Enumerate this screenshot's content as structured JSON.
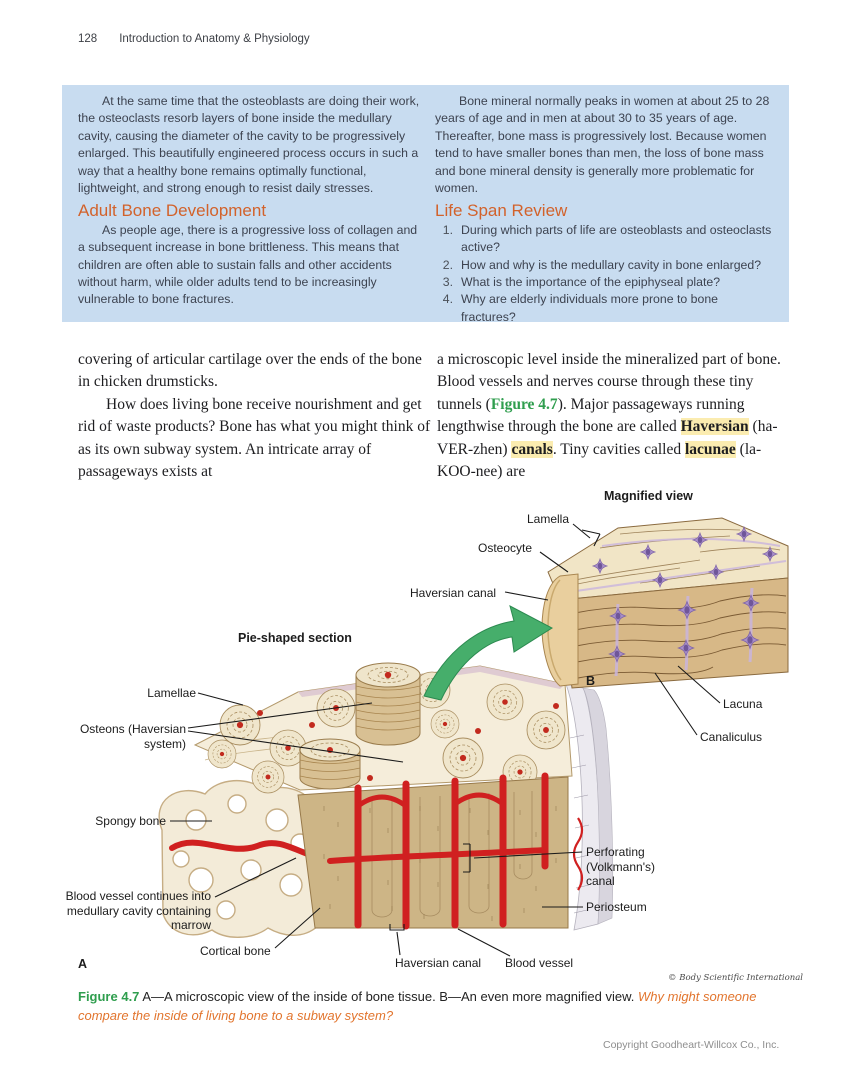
{
  "header": {
    "page_number": "128",
    "running_title": "Introduction to Anatomy & Physiology"
  },
  "review_box": {
    "left_para": "At the same time that the osteoblasts are doing their work, the osteoclasts resorb layers of bone inside the medullary cavity, causing the diameter of the cavity to be progressively enlarged. This beautifully engineered process occurs in such a way that a healthy bone remains optimally functional, lightweight, and strong enough to resist daily stresses.",
    "left_heading": "Adult Bone Development",
    "left_para2": "As people age, there is a progressive loss of collagen and a subsequent increase in bone brittleness. This means that children are often able to sustain falls and other accidents without harm, while older adults tend to be increasingly vulnerable to bone fractures.",
    "right_para": "Bone mineral normally peaks in women at about 25 to 28 years of age and in men at about 30 to 35 years of age. Thereafter, bone mass is progressively lost. Because women tend to have smaller bones than men, the loss of bone mass and bone mineral density is generally more problematic for women.",
    "right_heading": "Life Span Review",
    "questions": [
      {
        "num": "1.",
        "text": "During which parts of life are osteoblasts and osteoclasts active?"
      },
      {
        "num": "2.",
        "text": "How and why is the medullary cavity in bone enlarged?"
      },
      {
        "num": "3.",
        "text": "What is the importance of the epiphyseal plate?"
      },
      {
        "num": "4.",
        "text": "Why are elderly individuals more prone to bone fractures?"
      }
    ]
  },
  "body_text": {
    "left_col": {
      "para1": "covering of articular cartilage over the ends of the bone in chicken drumsticks.",
      "para2": "How does living bone receive nourishment and get rid of waste products? Bone has what you might think of as its own subway system. An intricate array of passageways exists at"
    },
    "right_col": {
      "seg1": "a microscopic level inside the mineralized part of bone. Blood vessels and nerves course through these tiny tunnels (",
      "figure_ref": "Figure 4.7",
      "seg2": "). Major passageways running lengthwise through the bone are called ",
      "term1": "Haversian",
      "seg3": " (ha-VER-zhen) ",
      "term2": "canals",
      "seg4": ". Tiny cavities called ",
      "term3": "lacunae",
      "seg5": " (la-KOO-nee) are"
    }
  },
  "figure": {
    "labels": {
      "magnified_view": "Magnified view",
      "lamella": "Lamella",
      "osteocyte": "Osteocyte",
      "haversian_canal_top": "Haversian canal",
      "pie_shaped_section": "Pie-shaped section",
      "lamellae": "Lamellae",
      "osteons": "Osteons (Haversian system)",
      "b_label": "B",
      "lacuna": "Lacuna",
      "canaliculus": "Canaliculus",
      "spongy_bone": "Spongy bone",
      "perforating_canal": "Perforating (Volkmann's) canal",
      "periosteum": "Periosteum",
      "blood_vessel_continues": "Blood vessel continues into medullary cavity containing marrow",
      "cortical_bone": "Cortical bone",
      "a_label": "A",
      "haversian_canal_bottom": "Haversian canal",
      "blood_vessel_bottom": "Blood vessel"
    },
    "credit": "© Body Scientific International",
    "caption": {
      "figure_label": "Figure 4.7",
      "text": " A—A microscopic view of the inside of bone tissue. B—An even more magnified view. ",
      "question": "Why might someone compare the inside of living bone to a subway system?"
    }
  },
  "footer": "Copyright Goodheart-Willcox Co., Inc.",
  "colors": {
    "review_box_bg": "#c8dcf0",
    "heading_orange": "#d2622b",
    "figure_green": "#2f9e4e",
    "highlight_yellow": "#fbecb0",
    "question_orange": "#e2752e",
    "vessel_red": "#d02020"
  }
}
